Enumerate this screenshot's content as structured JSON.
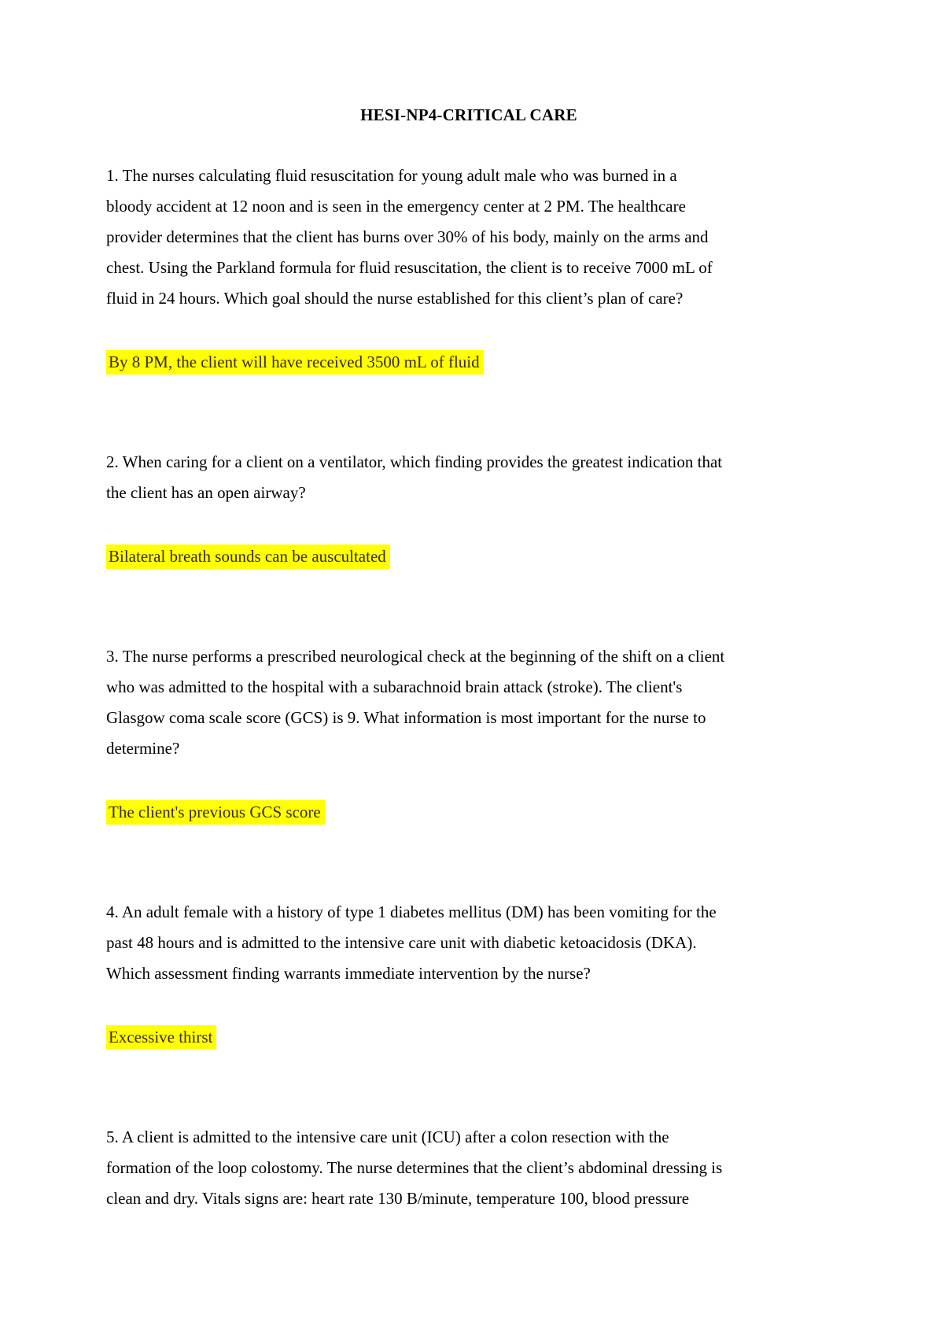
{
  "document": {
    "title": "HESI-NP4-CRITICAL CARE",
    "colors": {
      "background": "#ffffff",
      "question_text": "#000000",
      "answer_highlight": "#ffff00",
      "answer_text": "#3a2b1a"
    },
    "questions": [
      {
        "lines": [
          "1. The nurses calculating fluid resuscitation for young adult male who was burned in a",
          "bloody accident at 12 noon and is seen in the emergency center at 2 PM. The healthcare",
          "provider determines that the client has burns over 30% of his body, mainly on the arms and",
          "chest. Using the Parkland formula for fluid resuscitation, the client is to receive 7000 mL of",
          "fluid in 24 hours. Which goal should the nurse established for this client’s plan of care?"
        ],
        "answer": "By 8 PM, the client will have received 3500 mL of fluid"
      },
      {
        "lines": [
          "2. When caring for a client on a ventilator, which finding provides the greatest indication that",
          "the client has an open airway?"
        ],
        "answer": "Bilateral breath sounds can be auscultated"
      },
      {
        "lines": [
          "3. The nurse performs a prescribed neurological check at the beginning of the shift on a client",
          "who was admitted to the hospital with a subarachnoid brain attack (stroke). The client's",
          "Glasgow coma scale score (GCS) is 9. What information is most important for the nurse to",
          "determine?"
        ],
        "answer": "The client's previous GCS score"
      },
      {
        "lines": [
          "4. An adult female with a history of type 1 diabetes mellitus (DM) has been vomiting for the",
          "past 48 hours and is admitted to the intensive care unit with diabetic ketoacidosis (DKA).",
          "Which assessment finding warrants immediate intervention by the nurse?"
        ],
        "answer": "Excessive thirst"
      },
      {
        "lines": [
          "5. A client is admitted to the intensive care unit (ICU) after a colon resection with the",
          "formation of the loop colostomy. The nurse determines that the client’s abdominal dressing is",
          "clean and dry. Vitals signs are: heart rate 130 B/minute, temperature 100, blood pressure"
        ],
        "answer": null
      }
    ]
  }
}
